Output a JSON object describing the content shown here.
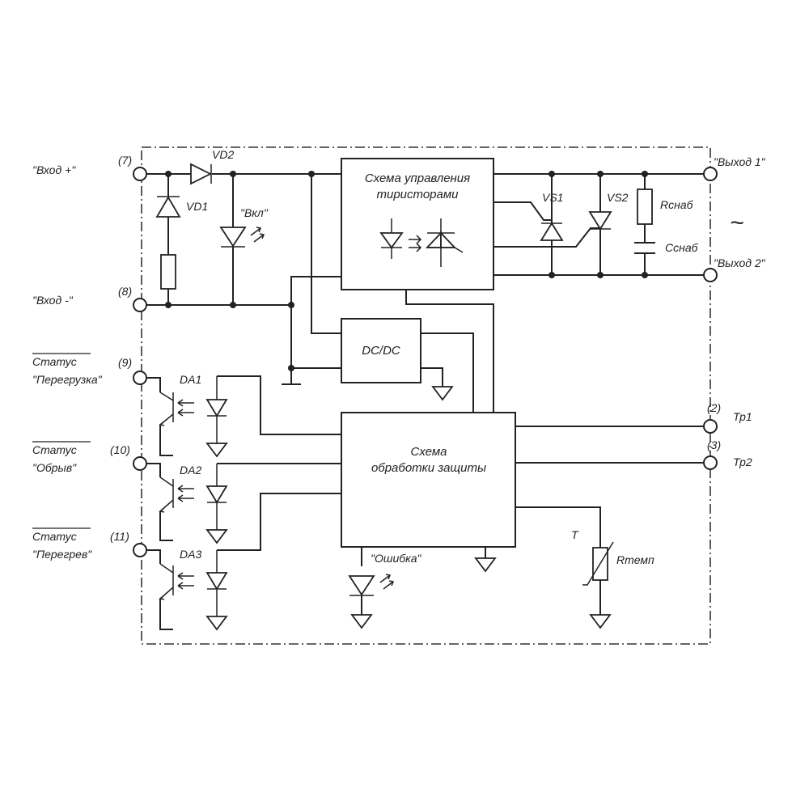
{
  "terminals": {
    "in_plus": {
      "pin": "(7)",
      "label": "\"Вход +\""
    },
    "in_minus": {
      "pin": "(8)",
      "label": "\"Вход -\""
    },
    "st_overload": {
      "pin": "(9)",
      "status": "Статус",
      "label": "\"Перегрузка\""
    },
    "st_break": {
      "pin": "(10)",
      "status": "Статус",
      "label": "\"Обрыв\""
    },
    "st_overheat": {
      "pin": "(11)",
      "status": "Статус",
      "label": "\"Перегрев\""
    },
    "out1": {
      "label": "\"Выход 1\""
    },
    "out2": {
      "label": "\"Выход 2\""
    },
    "tp1": {
      "pin": "(2)",
      "label": "Тр1"
    },
    "tp2": {
      "pin": "(3)",
      "label": "Тр2"
    }
  },
  "components": {
    "vd1": "VD1",
    "vd2": "VD2",
    "led_on": "\"Вкл\"",
    "vs1": "VS1",
    "vs2": "VS2",
    "rsnab": "Rснаб",
    "csnab": "Cснаб",
    "da1": "DA1",
    "da2": "DA2",
    "da3": "DA3",
    "led_err": "\"Ошибка\"",
    "t": "T",
    "rtemp": "Rтемп",
    "ac": "~"
  },
  "blocks": {
    "thyristor_ctrl": {
      "line1": "Схема управления",
      "line2": "тиристорами"
    },
    "dcdc": "DC/DC",
    "protection": {
      "line1": "Схема",
      "line2": "обработки защиты"
    }
  }
}
